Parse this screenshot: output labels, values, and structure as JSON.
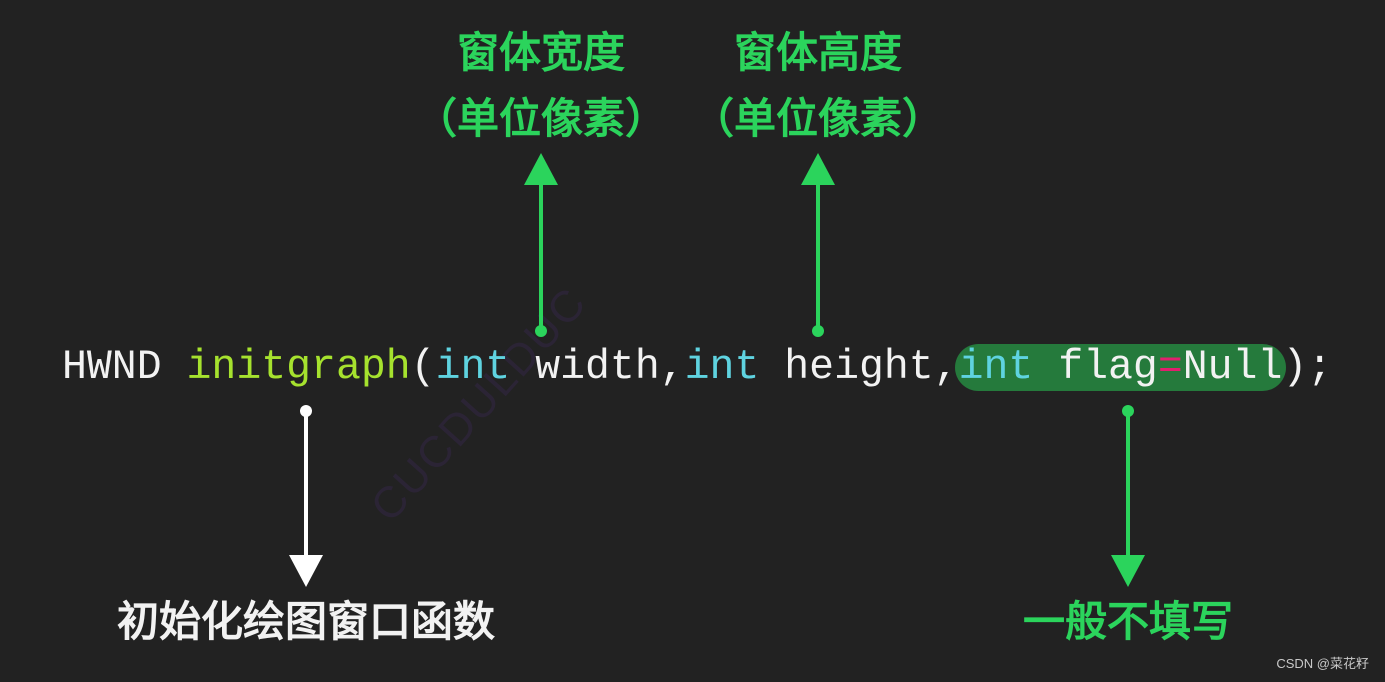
{
  "annotations": {
    "width_title": "窗体宽度",
    "width_unit": "（单位像素）",
    "height_title": "窗体高度",
    "height_unit": "（单位像素）",
    "function_desc": "初始化绘图窗口函数",
    "flag_desc": "一般不填写"
  },
  "code": {
    "return_type": "HWND ",
    "function_name": "initgraph",
    "open_paren": "(",
    "kw1": "int",
    "param1": " width,",
    "kw2": "int",
    "param2": " height,",
    "kw3": "int",
    "param3": " flag",
    "equals": "=",
    "default": "Null",
    "close": ");"
  },
  "watermark": "CUCDULDUC",
  "credit": "CSDN @菜花籽",
  "colors": {
    "accent_green": "#2bd45c",
    "keyword": "#5fd3e0",
    "function": "#a6e22e",
    "highlight": "#257a3c",
    "operator": "#e0206e"
  }
}
